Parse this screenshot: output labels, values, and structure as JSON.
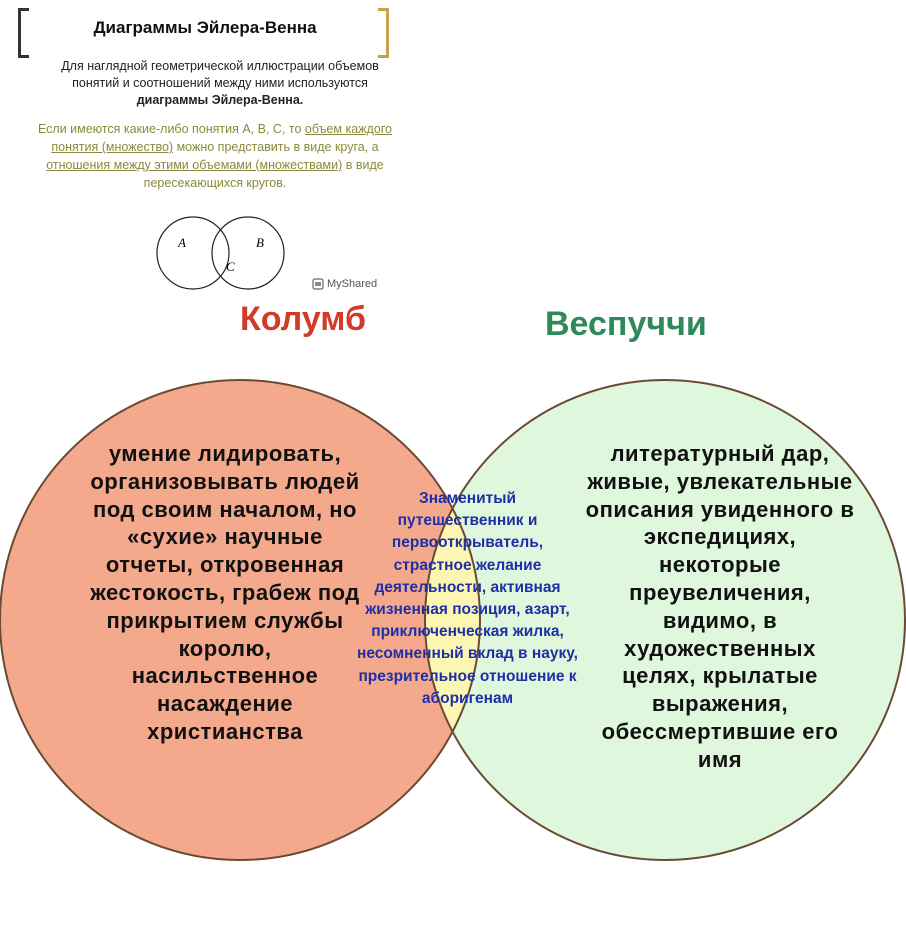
{
  "slide": {
    "title": "Диаграммы Эйлера-Венна",
    "intro_text": "Для наглядной геометрической иллюстрации объемов понятий и соотношений между ними используются",
    "intro_bold": "диаграммы Эйлера-Венна.",
    "def_part1": "Если имеются какие-либо понятия А, В, С, то",
    "def_link1": "объем каждого понятия (множество)",
    "def_part2": "можно представить в виде круга, а",
    "def_link2": "отношения между этими объемами (множествами)",
    "def_part3": "в виде пересекающихся кругов.",
    "mini_venn": {
      "label_a": "A",
      "label_b": "B",
      "label_c": "C"
    },
    "brand": "MyShared"
  },
  "venn": {
    "left_title": "Колумб",
    "right_title": "Веспуччи",
    "left_text": "умение лидировать, организовывать людей под своим началом, но «сухие» научные отчеты, откровенная жестокость, грабеж под прикрытием службы королю, насильственное насаждение христианства",
    "middle_text": "Знаменитый путешественник и первооткрыватель, страстное желание деятельности, активная жизненная позиция, азарт, приключенческая жилка, несомненный вклад в науку, презрительное отношение к аборигенам",
    "right_text": "литературный дар, живые, увлекательные описания увиденного в экспедициях, некоторые преувеличения, видимо, в художественных целях, крылатые выражения, обессмертившие его имя",
    "colors": {
      "left": "#f4a98c",
      "right": "#dff7dc",
      "overlap": "#fbf7b2",
      "outline": "#6a4a33"
    }
  }
}
